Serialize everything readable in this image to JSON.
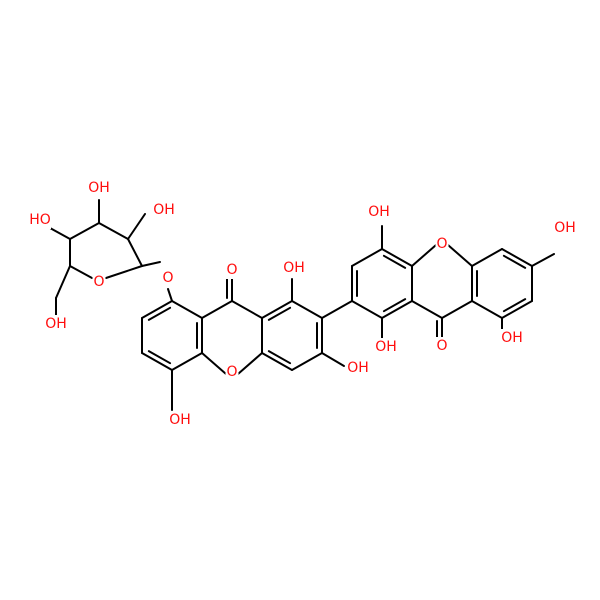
{
  "colors": {
    "bond": "#000000",
    "oxygen": "#FF0D0D"
  },
  "molecule": {
    "atom_labels": {
      "ring_o_left": "O",
      "ketone_o_left": "O",
      "ketone_o_right": "O",
      "ring_o_right": "O",
      "glycoside_link_o": "O",
      "sugar_ring_o": "O",
      "oh_sugar_ch2": "OH",
      "oh_sugar_c4": "HO",
      "oh_sugar_c3": "OH",
      "oh_sugar_c2": "OH",
      "oh_left_c5": "OH",
      "oh_left_c1": "OH",
      "oh_left_c3": "OH",
      "oh_right_c1": "OH",
      "oh_right_c4": "OH",
      "oh_right_c6": "OH",
      "oh_right_c8": "OH"
    }
  }
}
